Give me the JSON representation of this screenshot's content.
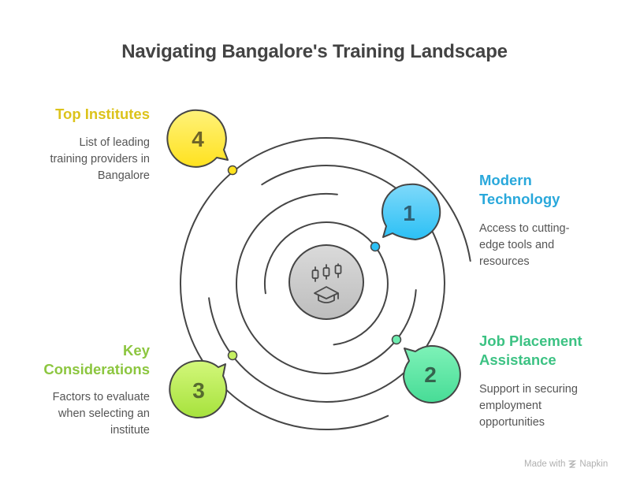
{
  "title": "Navigating Bangalore's Training Landscape",
  "center": {
    "icon": "candlestick-graduation-cap-icon"
  },
  "items": [
    {
      "number": "1",
      "title_line1": "Modern",
      "title_line2": "Technology",
      "desc_lines": [
        "Access to cutting-",
        "edge tools and",
        "resources"
      ],
      "color": "#29A8DB",
      "badge_top": "#7FD9FA",
      "badge_bottom": "#2BC0F5",
      "num_color": "#2F5F73"
    },
    {
      "number": "2",
      "title_line1": "Job Placement",
      "title_line2": "Assistance",
      "desc_lines": [
        "Support in securing",
        "employment",
        "opportunities"
      ],
      "color": "#3CC283",
      "badge_top": "#7EF2B8",
      "badge_bottom": "#47DC96",
      "num_color": "#35634D"
    },
    {
      "number": "3",
      "title_line1": "Key",
      "title_line2": "Considerations",
      "desc_lines": [
        "Factors to evaluate",
        "when selecting an",
        "institute"
      ],
      "color": "#8CC63F",
      "badge_top": "#D3F77B",
      "badge_bottom": "#A6E23C",
      "num_color": "#566B2F"
    },
    {
      "number": "4",
      "title_line1": "Top Institutes",
      "title_line2": "",
      "desc_lines": [
        "List of leading",
        "training providers in",
        "Bangalore"
      ],
      "color": "#DCC31B",
      "badge_top": "#FFF27A",
      "badge_bottom": "#FFE21F",
      "num_color": "#6E6428"
    }
  ],
  "footer": {
    "made_with": "Made with",
    "brand": "Napkin"
  }
}
